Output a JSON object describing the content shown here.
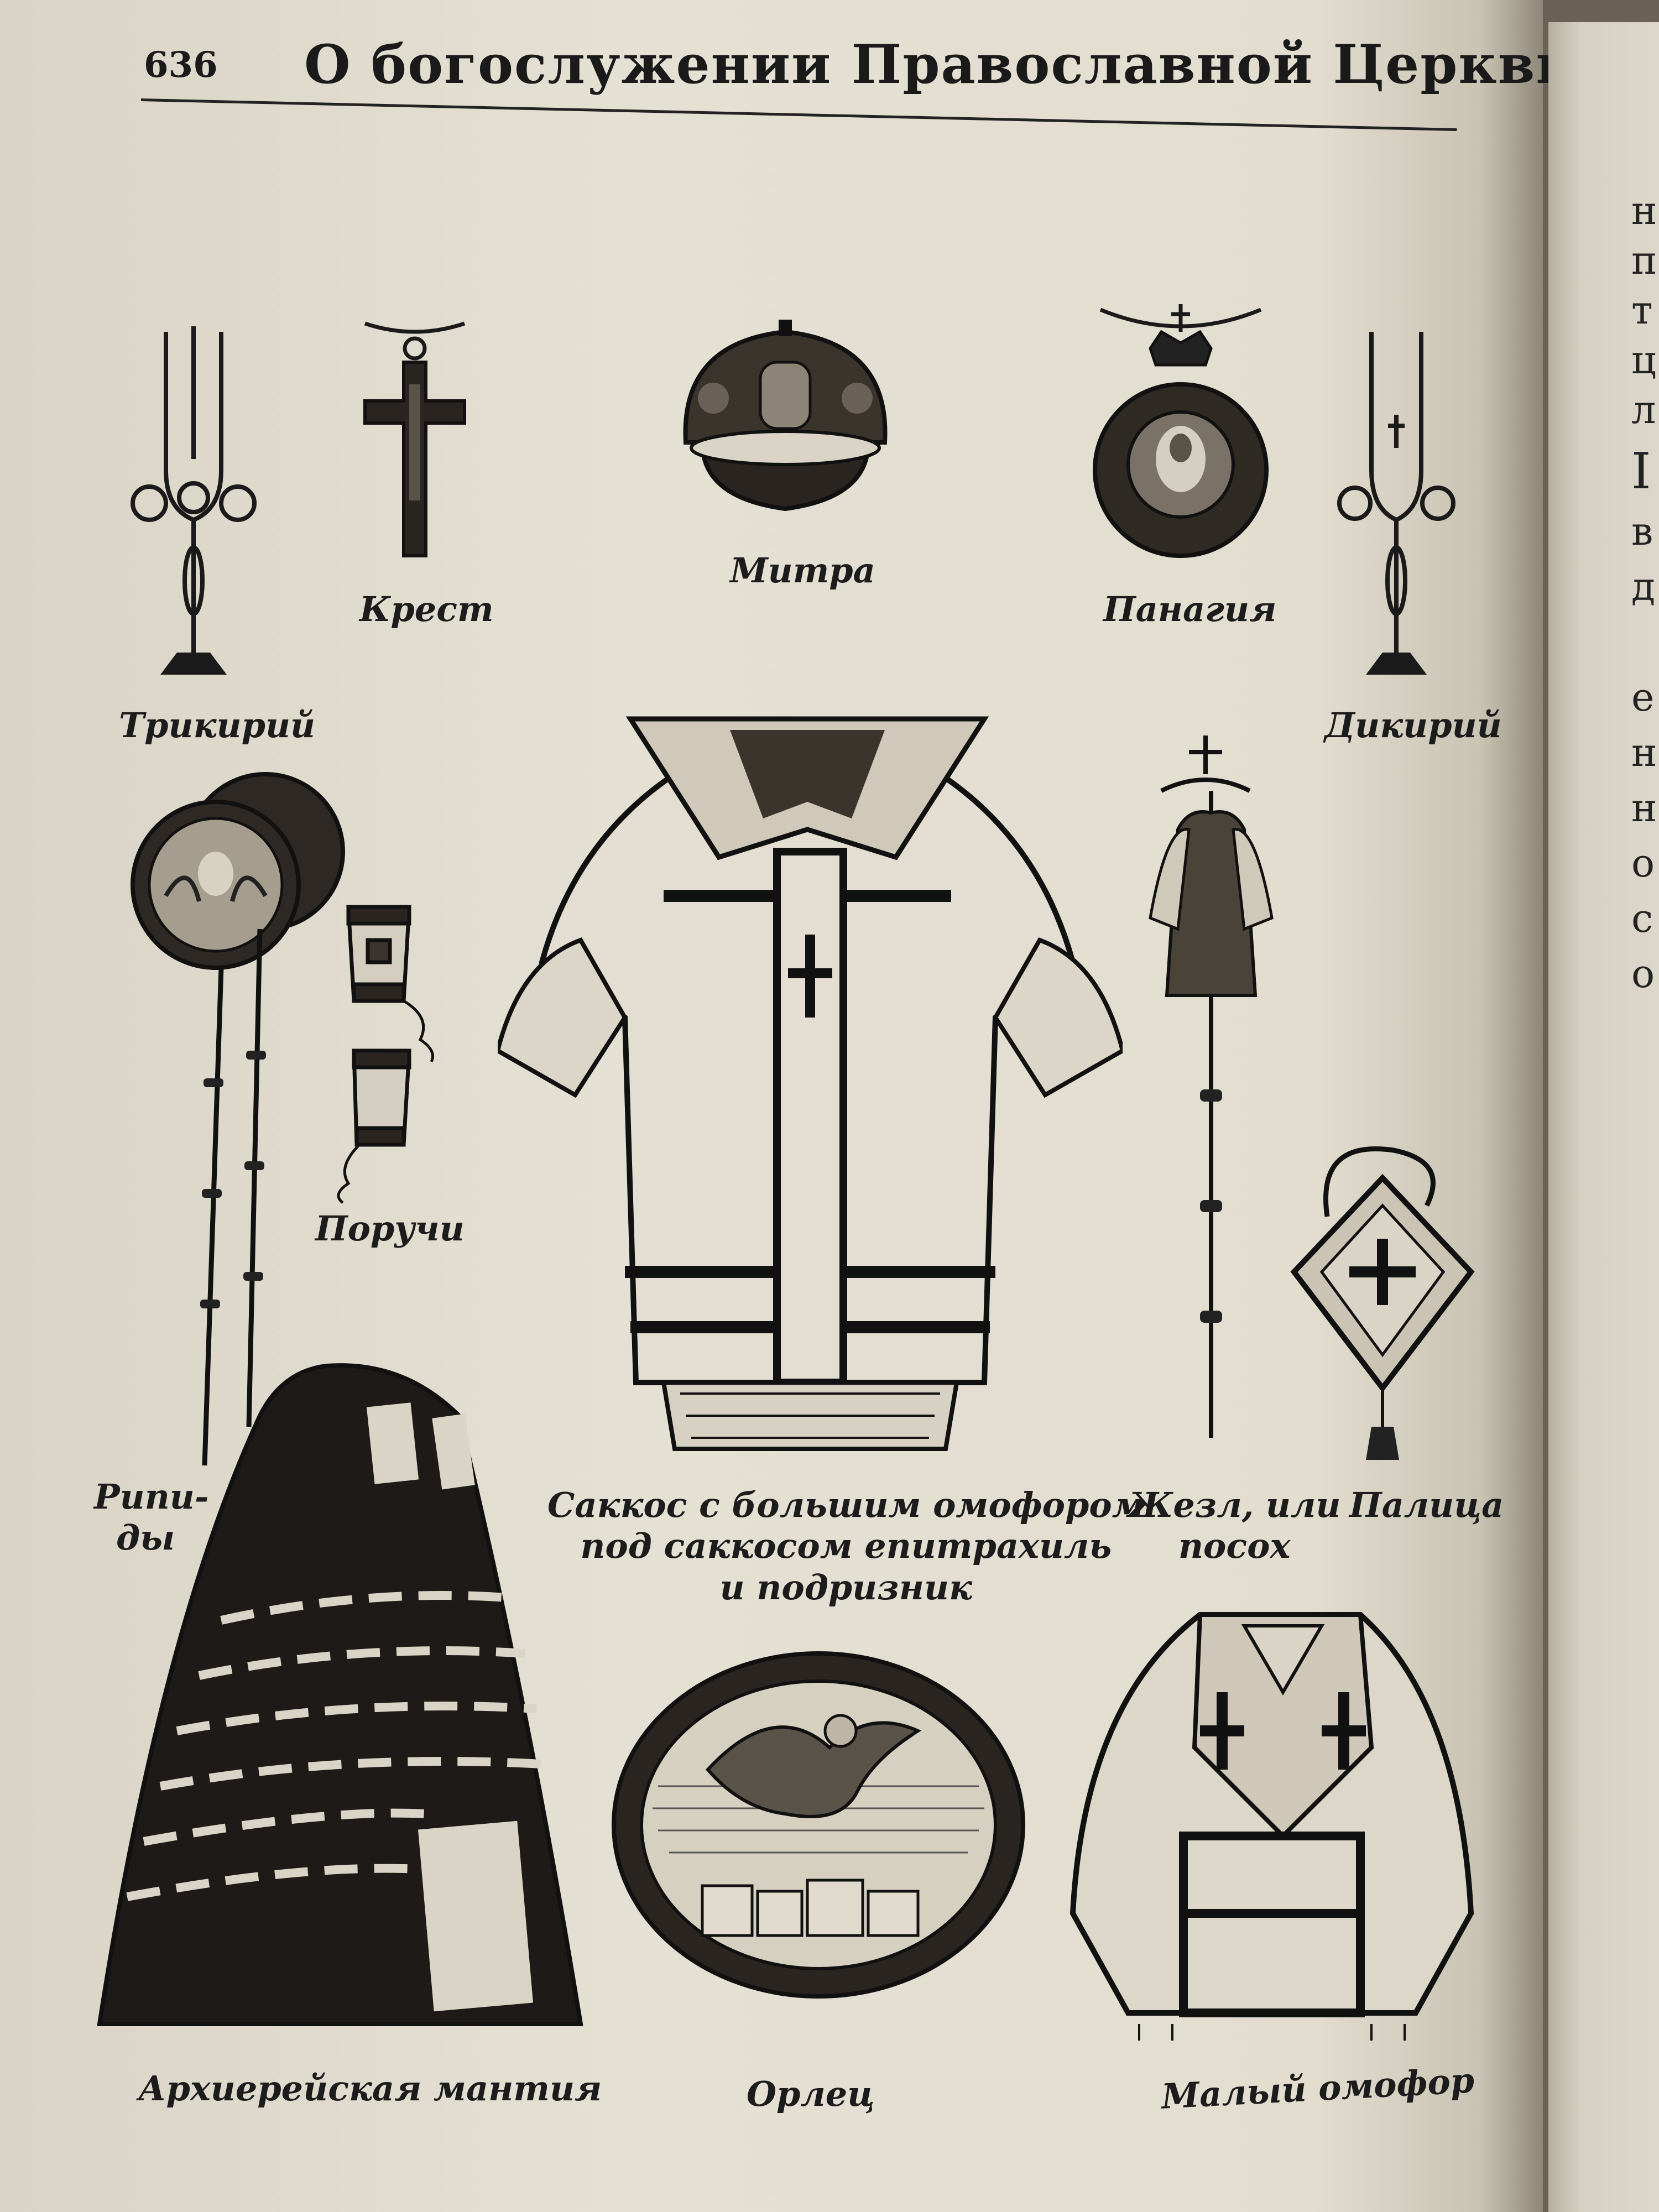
{
  "header": {
    "page_number": "636",
    "title": "О богослужении Православной Церкви"
  },
  "captions": {
    "trikiriy": "Трикирий",
    "krest": "Крест",
    "mitra": "Митра",
    "panagiya": "Панагия",
    "dikiriy": "Дикирий",
    "poruchi": "Поручи",
    "ripidy_line1": "Рипи-",
    "ripidy_line2": "ды",
    "sakkos_line1": "Саккос с большим омофором",
    "sakkos_line2": "под саккосом епитрахиль",
    "sakkos_line3": "и подризник",
    "zhezl_line1": "Жезл, или",
    "zhezl_line2": "посох",
    "palitsa": "Палица",
    "mantiya": "Архиерейская мантия",
    "orlets": "Орлец",
    "maliy_omofor": "Малый омофор"
  },
  "next_page_fragments": [
    "н",
    "п",
    "т",
    "ц",
    "л",
    "I",
    "в",
    "д",
    "е",
    "н",
    "н",
    "о",
    "с",
    "о"
  ]
}
